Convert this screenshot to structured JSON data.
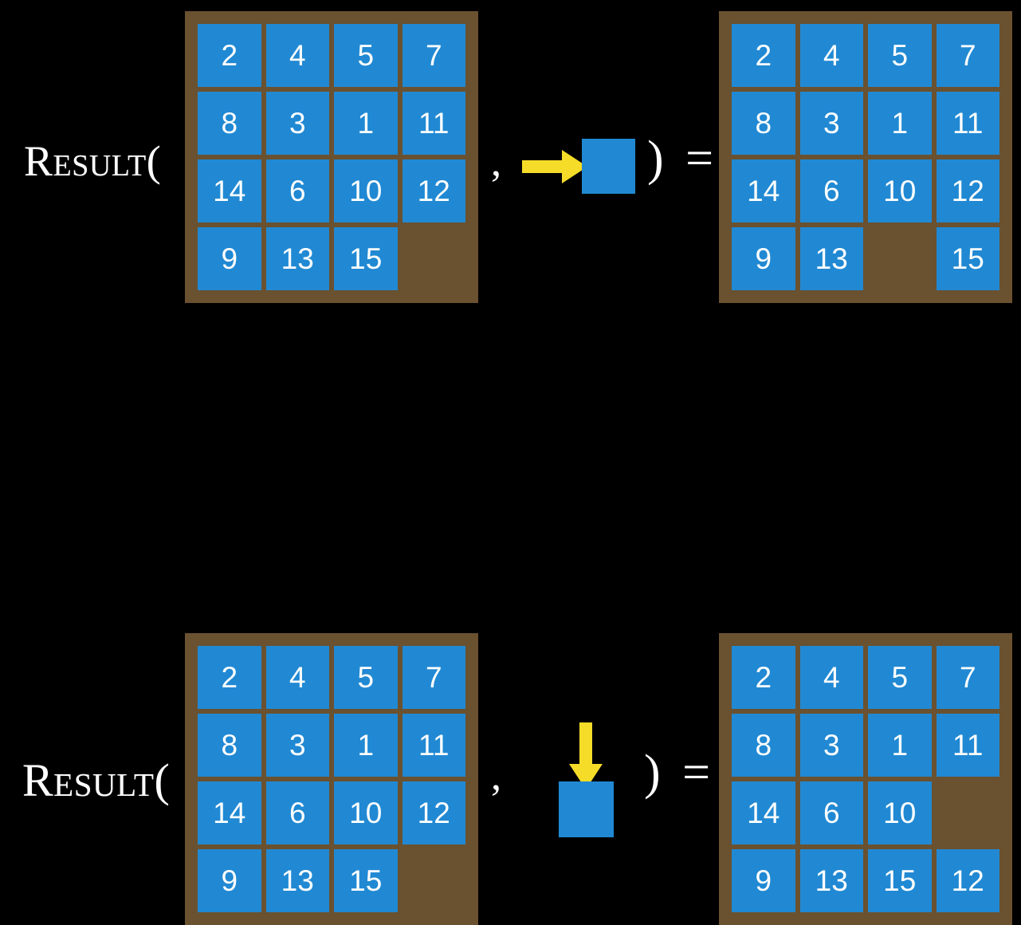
{
  "meta": {
    "background_color": "#000000",
    "tile_color": "#2189d3",
    "board_color": "#6a5130",
    "arrow_color": "#f5dc28",
    "text_color": "#ffffff"
  },
  "equations": [
    {
      "label": "Result(",
      "comma": ",",
      "close_equals": ") =",
      "move": {
        "arrow_icon": "arrow-right-icon",
        "direction": "right",
        "tile_label": ""
      },
      "input_board": {
        "rows": [
          [
            "2",
            "4",
            "5",
            "7"
          ],
          [
            "8",
            "3",
            "1",
            "11"
          ],
          [
            "14",
            "6",
            "10",
            "12"
          ],
          [
            "9",
            "13",
            "15",
            ""
          ]
        ]
      },
      "output_board": {
        "rows": [
          [
            "2",
            "4",
            "5",
            "7"
          ],
          [
            "8",
            "3",
            "1",
            "11"
          ],
          [
            "14",
            "6",
            "10",
            "12"
          ],
          [
            "9",
            "13",
            "",
            "15"
          ]
        ]
      }
    },
    {
      "label": "Result(",
      "comma": ",",
      "close_equals": ") =",
      "move": {
        "arrow_icon": "arrow-down-icon",
        "direction": "down",
        "tile_label": ""
      },
      "input_board": {
        "rows": [
          [
            "2",
            "4",
            "5",
            "7"
          ],
          [
            "8",
            "3",
            "1",
            "11"
          ],
          [
            "14",
            "6",
            "10",
            "12"
          ],
          [
            "9",
            "13",
            "15",
            ""
          ]
        ]
      },
      "output_board": {
        "rows": [
          [
            "2",
            "4",
            "5",
            "7"
          ],
          [
            "8",
            "3",
            "1",
            "11"
          ],
          [
            "14",
            "6",
            "10",
            ""
          ],
          [
            "9",
            "13",
            "15",
            "12"
          ]
        ]
      }
    }
  ]
}
